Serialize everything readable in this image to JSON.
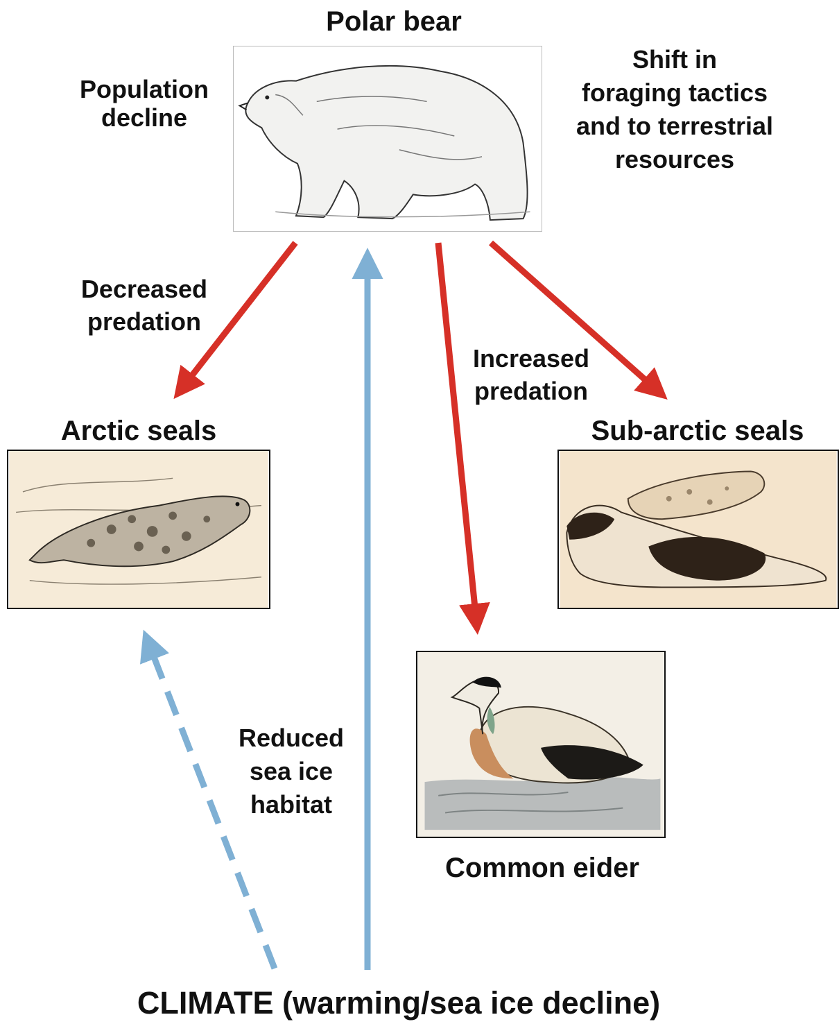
{
  "nodes": {
    "polar_bear": {
      "title": "Polar bear"
    },
    "arctic_seals": {
      "title": "Arctic seals"
    },
    "subarctic_seals": {
      "title": "Sub-arctic seals"
    },
    "common_eider": {
      "title": "Common eider"
    },
    "climate": {
      "title": "CLIMATE (warming/sea ice decline)"
    }
  },
  "annotations": {
    "population": [
      "Population",
      "decline"
    ],
    "shift": [
      "Shift in",
      "foraging tactics",
      "and to terrestrial",
      "resources"
    ],
    "decreased": [
      "Decreased",
      "predation"
    ],
    "increased": [
      "Increased",
      "predation"
    ],
    "reduced": [
      "Reduced",
      "sea ice",
      "habitat"
    ]
  },
  "colors": {
    "predation_arrow": "#d63027",
    "climate_arrow": "#7fb0d4",
    "frame_border": "#111111"
  },
  "icons": [
    "polar-bear-illustration",
    "arctic-seal-illustration",
    "subarctic-seals-illustration",
    "common-eider-illustration"
  ]
}
